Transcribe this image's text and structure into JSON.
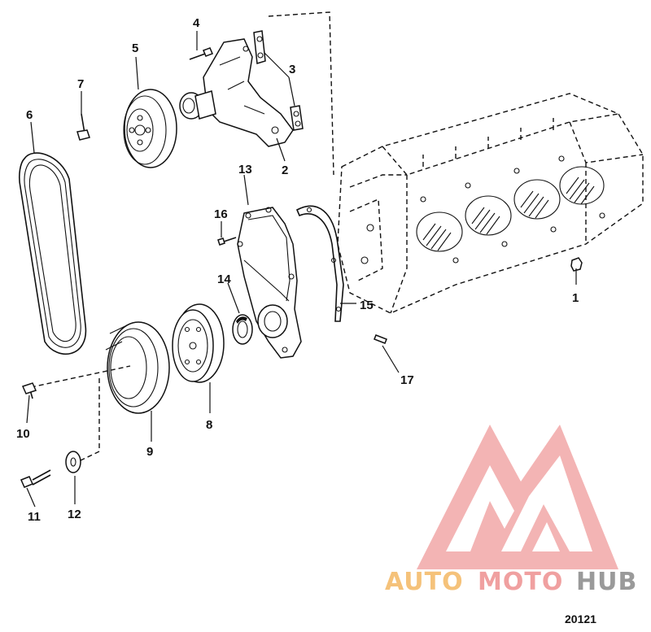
{
  "diagram": {
    "drawing_number": "20121",
    "callouts": [
      {
        "id": "callout-1",
        "text": "1"
      },
      {
        "id": "callout-2",
        "text": "2"
      },
      {
        "id": "callout-3",
        "text": "3"
      },
      {
        "id": "callout-4",
        "text": "4"
      },
      {
        "id": "callout-5",
        "text": "5"
      },
      {
        "id": "callout-6",
        "text": "6"
      },
      {
        "id": "callout-7",
        "text": "7"
      },
      {
        "id": "callout-8",
        "text": "8"
      },
      {
        "id": "callout-9",
        "text": "9"
      },
      {
        "id": "callout-10",
        "text": "10"
      },
      {
        "id": "callout-11",
        "text": "11"
      },
      {
        "id": "callout-12",
        "text": "12"
      },
      {
        "id": "callout-13",
        "text": "13"
      },
      {
        "id": "callout-14",
        "text": "14"
      },
      {
        "id": "callout-15",
        "text": "15"
      },
      {
        "id": "callout-16",
        "text": "16"
      },
      {
        "id": "callout-17",
        "text": "17"
      }
    ]
  },
  "watermark": {
    "word_1": "AUTO",
    "word_2": "MOTO",
    "word_3": "HUB",
    "color_1": "#f5c27a",
    "color_2": "#f0a0a0",
    "color_3": "#9a9a9a",
    "logo_color": "#f2a7a7"
  }
}
